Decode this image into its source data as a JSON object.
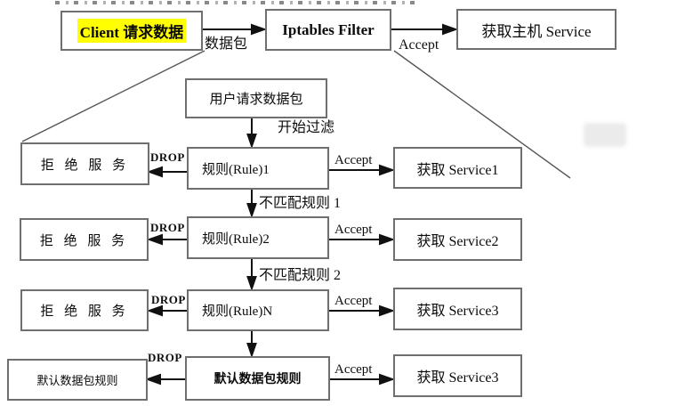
{
  "diagram_title": "iptables packet filtering flow",
  "colors": {
    "highlight": "#ffff00",
    "box_border": "#6f6f6f",
    "arrow_line": "#111111",
    "diagonal_line": "#555555",
    "background": "#ffffff"
  },
  "top_flow": {
    "client_label": "Client 请求数据",
    "packet_arrow_label": "数据包",
    "iptables_label": "Iptables Filter",
    "accept_arrow_label": "Accept",
    "host_service_label": "获取主机 Service"
  },
  "filter_detail": {
    "user_packet_label": "用户请求数据包",
    "start_filter_label": "开始过滤",
    "rows": [
      {
        "reject": "拒 绝 服 务",
        "drop": "DROP",
        "rule": "规则(Rule)1",
        "accept": "Accept",
        "service": "获取 Service1",
        "next_label": "不匹配规则 1"
      },
      {
        "reject": "拒 绝 服 务",
        "drop": "DROP",
        "rule": "规则(Rule)2",
        "accept": "Accept",
        "service": "获取 Service2",
        "next_label": "不匹配规则 2"
      },
      {
        "reject": "拒 绝 服 务",
        "drop": "DROP",
        "rule": "规则(Rule)N",
        "accept": "Accept",
        "service": "获取 Service3",
        "next_label": ""
      },
      {
        "reject": "默认数据包规则",
        "drop": "DROP",
        "rule": "默认数据包规则",
        "accept": "Accept",
        "service": "获取 Service3",
        "next_label": ""
      }
    ]
  }
}
